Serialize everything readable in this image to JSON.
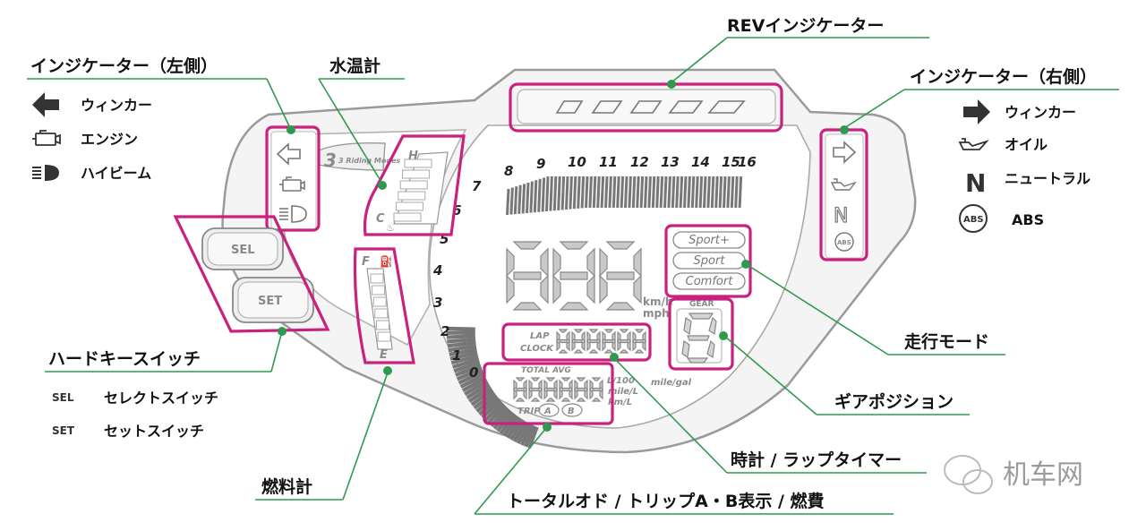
{
  "labels": {
    "rev_indicator": "REVインジケーター",
    "left_indicators": "インジケーター（左側）",
    "right_indicators": "インジケーター（右側）",
    "water_temp": "水温計",
    "hard_key_switch": "ハードキースイッチ",
    "fuel_gauge": "燃料計",
    "riding_mode": "走行モード",
    "gear_position": "ギアポジション",
    "clock_lap": "時計 / ラップタイマー",
    "total_trip": "トータルオド / トリップA・B表示 / 燃費"
  },
  "legend_left": [
    {
      "icon": "winker-left-icon",
      "text": "ウィンカー"
    },
    {
      "icon": "engine-icon",
      "text": "エンジン"
    },
    {
      "icon": "highbeam-icon",
      "text": "ハイビーム"
    }
  ],
  "legend_right": [
    {
      "icon": "winker-right-icon",
      "text": "ウィンカー"
    },
    {
      "icon": "oil-icon",
      "text": "オイル"
    },
    {
      "icon": "neutral-icon",
      "text": "ニュートラル"
    },
    {
      "icon": "abs-icon",
      "text": "ABS"
    }
  ],
  "legend_switch": [
    {
      "code": "SEL",
      "text": "セレクトスイッチ"
    },
    {
      "code": "SET",
      "text": "セットスイッチ"
    }
  ],
  "tacho_numbers": [
    "0",
    "1",
    "2",
    "3",
    "4",
    "5",
    "6",
    "7",
    "8",
    "9",
    "10",
    "11",
    "12",
    "13",
    "14",
    "15",
    "16"
  ],
  "meter": {
    "speed_digits": "888",
    "speed_unit_km": "km/h",
    "speed_unit_mph": "mph",
    "riding_modes_badge": "3 Riding Modes",
    "modes": [
      "Sport+",
      "Sport",
      "Comfort"
    ],
    "temp_h": "H",
    "temp_c": "C",
    "fuel_f": "F",
    "fuel_e": "E",
    "lap": "LAP",
    "clock": "CLOCK",
    "total_avg": "TOTAL AVG",
    "trip": "TRIP",
    "trip_a": "A",
    "trip_b": "B",
    "units": [
      "L/100",
      "mile/L",
      "km/L"
    ],
    "mile_gal": "mile/gal",
    "gear": "GEAR",
    "neutral_letter": "N",
    "abs_text": "ABS",
    "key_sel": "SEL",
    "key_set": "SET"
  },
  "watermark": "机车网",
  "colors": {
    "highlight": "#c8227e",
    "leader": "#2f9a4f"
  }
}
